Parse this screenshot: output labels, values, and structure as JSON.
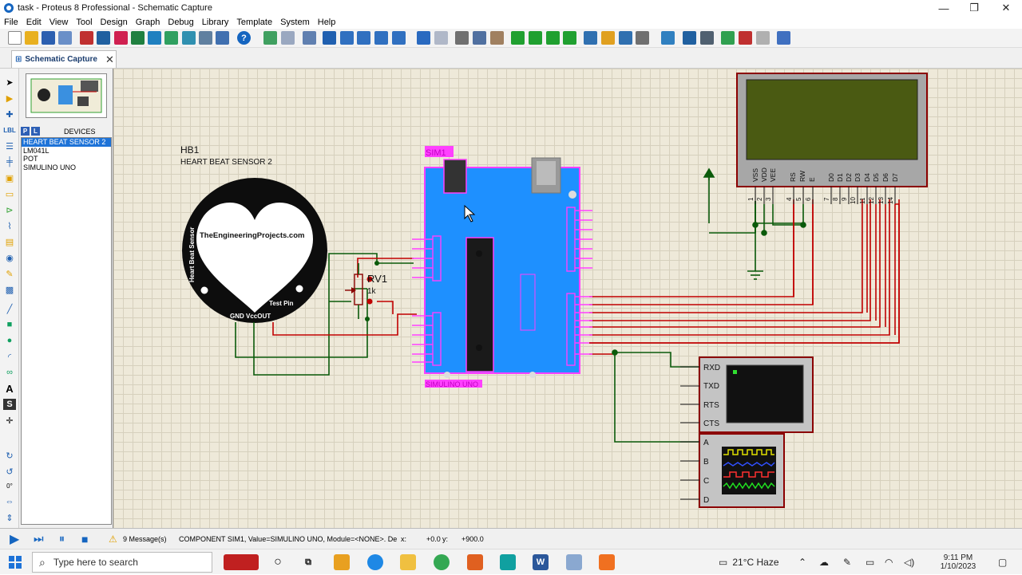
{
  "window": {
    "title": "task - Proteus 8 Professional - Schematic Capture",
    "minimize": "—",
    "maximize": "❐",
    "close": "✕"
  },
  "menu": [
    "File",
    "Edit",
    "View",
    "Tool",
    "Design",
    "Graph",
    "Debug",
    "Library",
    "Template",
    "System",
    "Help"
  ],
  "tab": {
    "label": "Schematic Capture",
    "close": "✕"
  },
  "devices": {
    "header": "DEVICES",
    "p_button": "P",
    "l_button": "L",
    "items": [
      "HEART BEAT SENSOR 2",
      "LM041L",
      "POT",
      "SIMULINO UNO"
    ],
    "selected": 0
  },
  "schematic": {
    "hb_ref": "HB1",
    "hb_name": "HEART BEAT SENSOR 2",
    "hb_site": "TheEngineeringProjects.com",
    "hb_side": "Heart Beat Sensor",
    "hb_testpin": "Test Pin",
    "hb_pins": "GND VccOUT",
    "pot_ref": "RV1",
    "pot_value": "1k",
    "sim_ref": "SIM1",
    "sim_name": "SIMULINO UNO",
    "lcd_pins": [
      "VSS",
      "VDD",
      "VEE",
      "RS",
      "RW",
      "E",
      "D0",
      "D1",
      "D2",
      "D3",
      "D4",
      "D5",
      "D6",
      "D7"
    ],
    "lcd_nums": [
      "1",
      "2",
      "3",
      "4",
      "5",
      "6",
      "7",
      "8",
      "9",
      "10",
      "11",
      "12",
      "13",
      "14"
    ],
    "term_pins": [
      "RXD",
      "TXD",
      "RTS",
      "CTS"
    ],
    "scope_pins": [
      "A",
      "B",
      "C",
      "D"
    ]
  },
  "status": {
    "messages": "9 Message(s)",
    "info": "COMPONENT SIM1, Value=SIMULINO UNO, Module=<NONE>. De",
    "x_label": "x:",
    "x_value": "+0.0",
    "y_label": "y:",
    "y_value": "+900.0"
  },
  "taskbar": {
    "search_placeholder": "Type here to search",
    "weather": "21°C  Haze",
    "time": "9:11 PM",
    "date": "1/10/2023"
  },
  "colors": {
    "canvas": "#eee9d9",
    "wire_red": "#c00000",
    "wire_green": "#0a5a0a",
    "selection": "#ff40ff",
    "board": "#1e90ff"
  }
}
